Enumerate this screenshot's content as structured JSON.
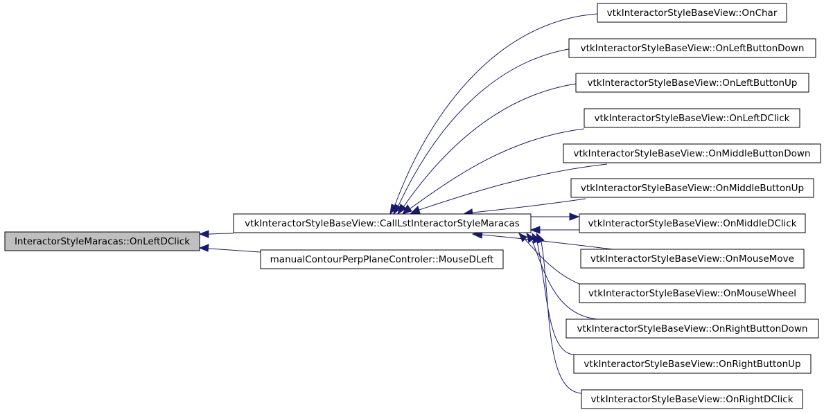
{
  "colors": {
    "edge": "#191970",
    "node_fill": "#ffffff",
    "root_fill": "#bfbfbf",
    "border": "#000000"
  },
  "nodes": {
    "root": "InteractorStyleMaracas::OnLeftDClick",
    "call_lst": "vtkInteractorStyleBaseView::CallLstInteractorStyleMaracas",
    "mouse_dleft": "manualContourPerpPlaneControler::MouseDLeft",
    "on_char": "vtkInteractorStyleBaseView::OnChar",
    "on_left_button_down": "vtkInteractorStyleBaseView::OnLeftButtonDown",
    "on_left_button_up": "vtkInteractorStyleBaseView::OnLeftButtonUp",
    "on_left_dclick": "vtkInteractorStyleBaseView::OnLeftDClick",
    "on_middle_button_down": "vtkInteractorStyleBaseView::OnMiddleButtonDown",
    "on_middle_button_up": "vtkInteractorStyleBaseView::OnMiddleButtonUp",
    "on_middle_dclick": "vtkInteractorStyleBaseView::OnMiddleDClick",
    "on_mouse_move": "vtkInteractorStyleBaseView::OnMouseMove",
    "on_mouse_wheel": "vtkInteractorStyleBaseView::OnMouseWheel",
    "on_right_button_down": "vtkInteractorStyleBaseView::OnRightButtonDown",
    "on_right_button_up": "vtkInteractorStyleBaseView::OnRightButtonUp",
    "on_right_dclick": "vtkInteractorStyleBaseView::OnRightDClick"
  }
}
